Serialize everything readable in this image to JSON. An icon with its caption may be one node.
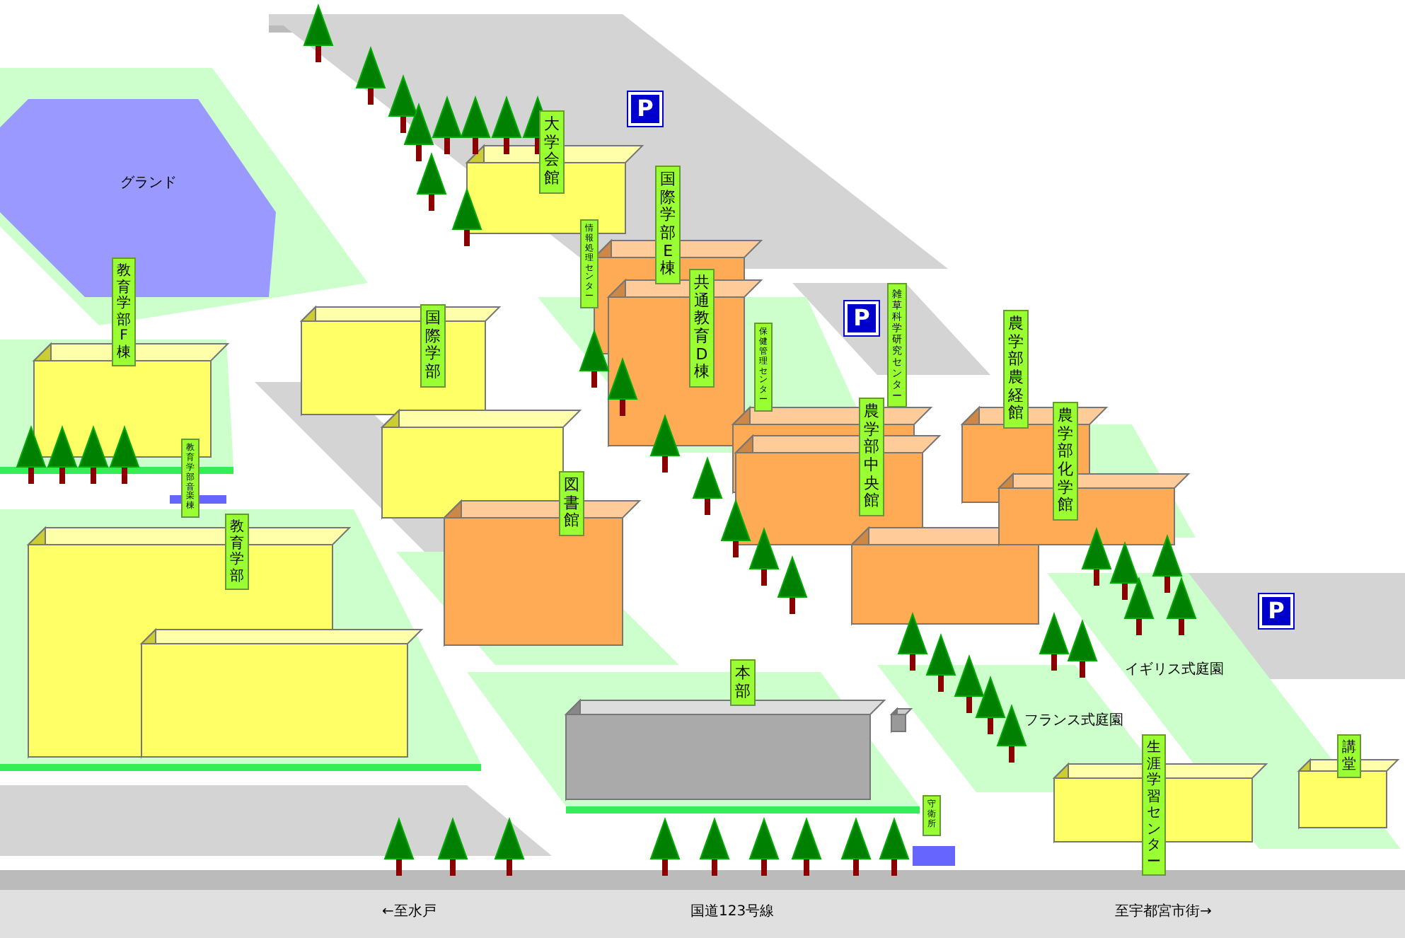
{
  "diagram": {
    "nodes": [
      {
        "text": [
          "教育学部F棟"
        ]
      },
      {
        "text": [
          "国際学部"
        ]
      },
      {
        "text": [
          "教育学部音楽棟"
        ]
      },
      {
        "text": [
          "教育学部"
        ]
      },
      {
        "text": [
          "大学会館"
        ]
      },
      {
        "text": [
          "情報処理センター"
        ]
      },
      {
        "text": [
          "国際学部E棟"
        ]
      },
      {
        "text": [
          "共通教育D棟"
        ]
      },
      {
        "text": [
          "保健管理センター"
        ]
      },
      {
        "text": [
          "雑草科学研究センター"
        ]
      },
      {
        "text": [
          "農学部中央館"
        ]
      },
      {
        "text": [
          "農学部農経館"
        ]
      },
      {
        "text": [
          "農学部化学館"
        ]
      },
      {
        "text": [
          "図書館"
        ]
      },
      {
        "text": [
          "本部"
        ]
      },
      {
        "text": [
          "守衛所"
        ]
      },
      {
        "text": [
          "生涯学習センター"
        ]
      },
      {
        "text": [
          "講堂"
        ]
      },
      {
        "text": [
          "P"
        ]
      },
      {
        "text": [
          "P"
        ]
      },
      {
        "text": [
          "P"
        ]
      }
    ],
    "labels": [
      "グランド",
      "フランス式庭園",
      "イギリス式庭園",
      "←至水戸",
      "国道123号線",
      "至宇都宮市街→"
    ]
  }
}
